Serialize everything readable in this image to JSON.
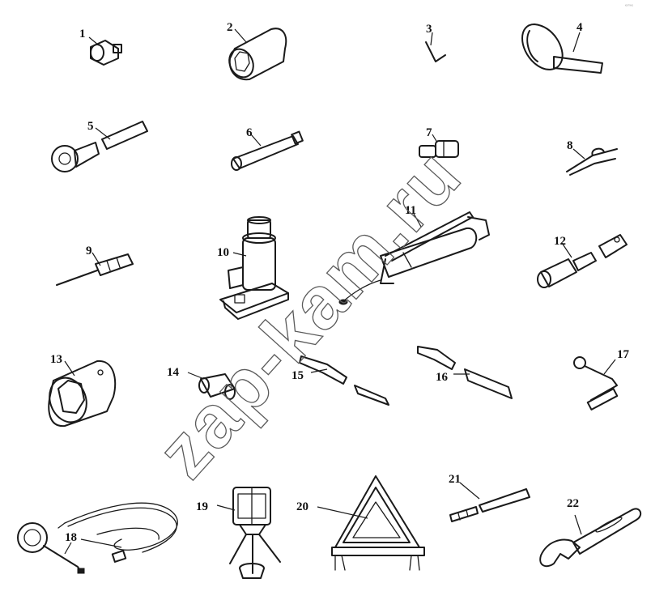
{
  "watermark": "zap-kam.ru",
  "corner_mark": "ᵉᵐᵉ",
  "callouts": [
    "1",
    "2",
    "3",
    "4",
    "5",
    "6",
    "7",
    "8",
    "9",
    "10",
    "11",
    "12",
    "13",
    "14",
    "15",
    "16",
    "17",
    "18",
    "19",
    "20",
    "21",
    "22"
  ]
}
